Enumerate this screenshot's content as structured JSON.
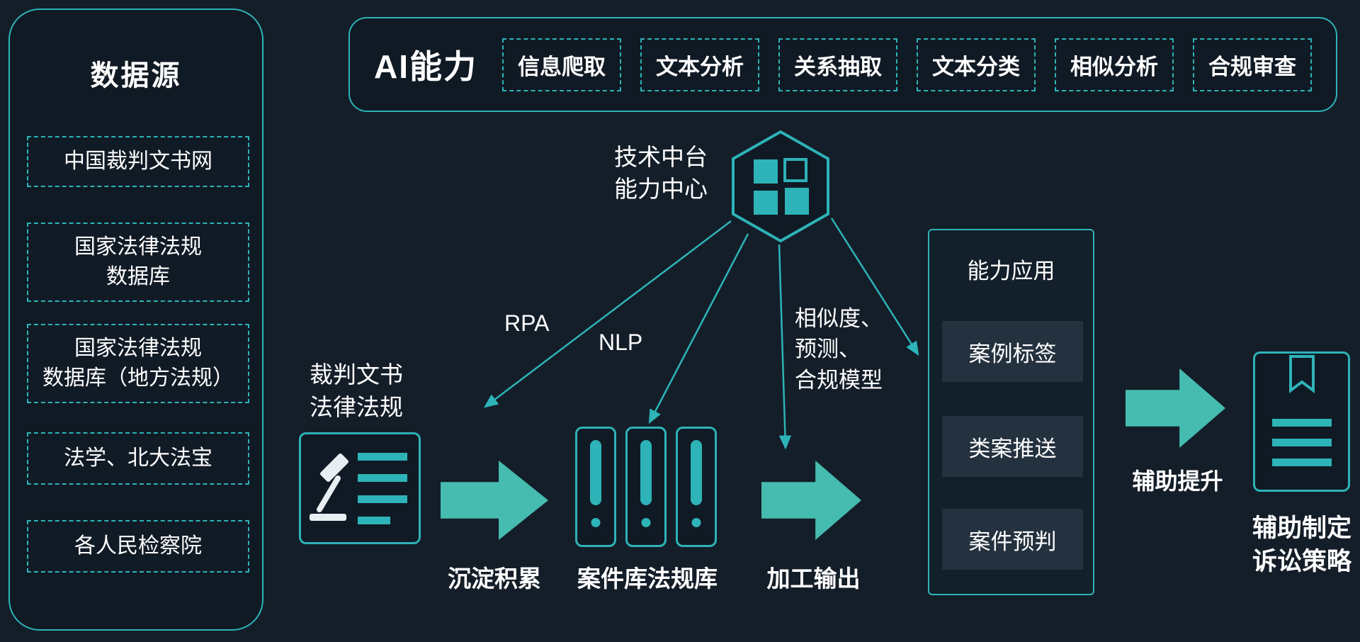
{
  "colors": {
    "background": "#141e29",
    "panel_background": "#101a24",
    "teal": "#2db3b8",
    "block_arrow": "#45bcaf",
    "inner_box": "#24313f",
    "text": "#ffffff"
  },
  "data_sources": {
    "title": "数据源",
    "items": [
      "中国裁判文书网",
      "国家法律法规\n数据库",
      "国家法律法规\n数据库（地方法规）",
      "法学、北大法宝",
      "各人民检察院"
    ]
  },
  "ai_capabilities": {
    "title": "AI能力",
    "items": [
      "信息爬取",
      "文本分析",
      "关系抽取",
      "文本分类",
      "相似分析",
      "合规审查"
    ]
  },
  "platform": {
    "label": "技术中台\n能力中心"
  },
  "annotations": {
    "rpa": "RPA",
    "nlp": "NLP",
    "models": "相似度、\n预测、\n合规模型"
  },
  "pipeline": {
    "source_label": "裁判文书\n法律法规",
    "step1_label": "沉淀积累",
    "step2_label": "案件库法规库",
    "step3_label": "加工输出",
    "step4_label": "辅助提升",
    "result_label": "辅助制定\n诉讼策略"
  },
  "capability_app": {
    "title": "能力应用",
    "items": [
      "案例标签",
      "类案推送",
      "案件预判"
    ]
  }
}
